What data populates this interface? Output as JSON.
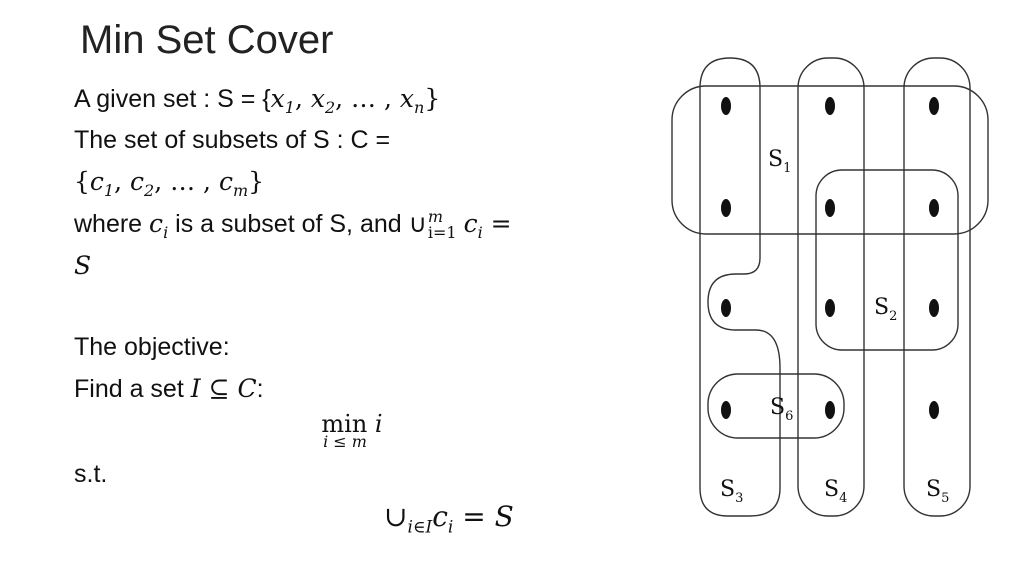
{
  "title": "Min Set Cover",
  "line1": {
    "a": "A given set : S = {",
    "x": "x",
    "s1": "1",
    "comma1": ", ",
    "x2": "x",
    "s2": "2",
    "mid": ", … , ",
    "xn": "x",
    "sn": "n",
    "end": "}"
  },
  "line2": "The set of subsets of S : C =",
  "line3": {
    "open": "{",
    "c": "c",
    "s1": "1",
    "comma1": ", ",
    "c2": "c",
    "s2": "2",
    "mid": ", … , ",
    "cm": "c",
    "sm": "m",
    "end": "}"
  },
  "line4": {
    "pre": "where ",
    "ci": "c",
    "sub_i": "i",
    "mid": " is a subset of S, and ∪",
    "sub": "i=1",
    "sup": "m",
    "c": "c",
    "ci_sub": "i",
    "eq": " ="
  },
  "line5": "S",
  "objective_label": "The objective:",
  "find_line": {
    "pre": "Find a set ",
    "I": "I",
    "subset": " ⊆ ",
    "C": "C",
    "colon": ":"
  },
  "min_expr": {
    "op": "min",
    "var": "i",
    "sub": "i ≤ m"
  },
  "st_label": "s.t.",
  "union_expr": {
    "u": "∪",
    "sub": "i∈I",
    "c": "c",
    "c_sub": "i",
    "eq": " = ",
    "S": "S"
  },
  "diagram": {
    "set_labels": [
      {
        "letter": "S",
        "num": "1"
      },
      {
        "letter": "S",
        "num": "2"
      },
      {
        "letter": "S",
        "num": "3"
      },
      {
        "letter": "S",
        "num": "4"
      },
      {
        "letter": "S",
        "num": "5"
      },
      {
        "letter": "S",
        "num": "6"
      }
    ]
  }
}
